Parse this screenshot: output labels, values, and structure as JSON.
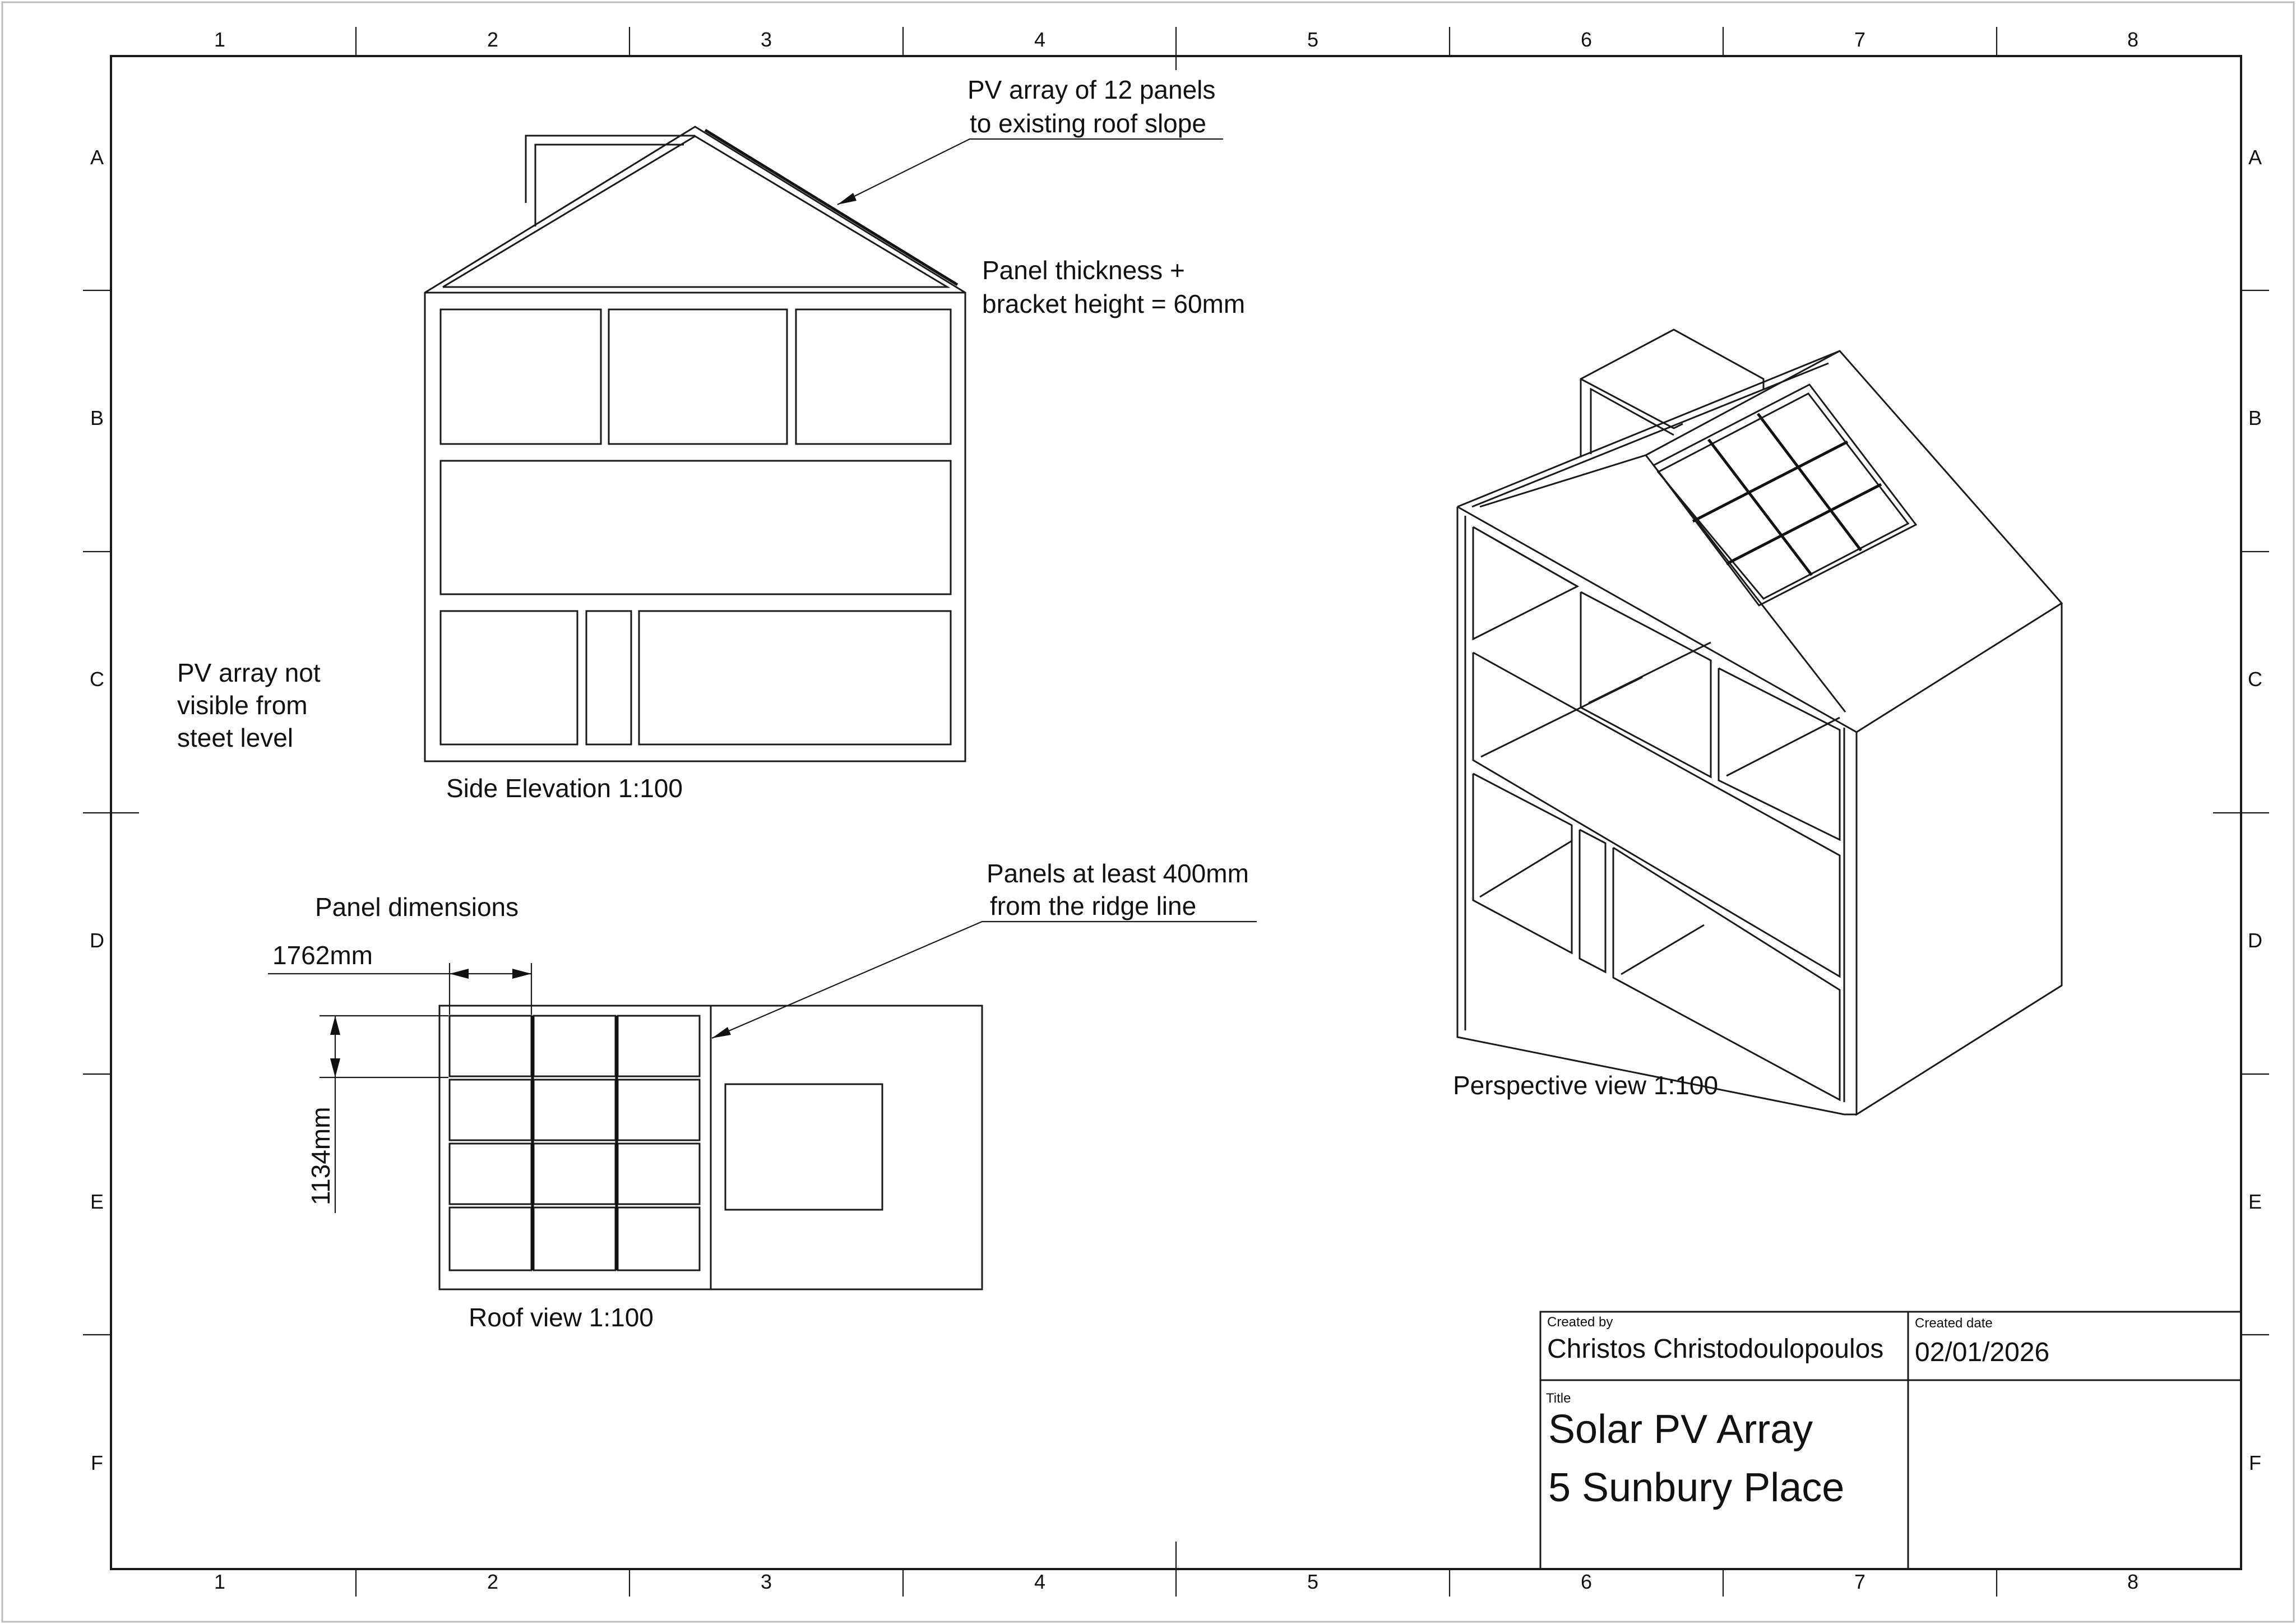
{
  "border": {
    "columns": [
      "1",
      "2",
      "3",
      "4",
      "5",
      "6",
      "7",
      "8"
    ],
    "rows": [
      "A",
      "B",
      "C",
      "D",
      "E",
      "F"
    ]
  },
  "side_elevation": {
    "label": "Side Elevation 1:100",
    "callout_pv": [
      "PV array of 12 panels",
      "to existing roof slope"
    ],
    "callout_thickness": [
      "Panel thickness +",
      "bracket height = 60mm"
    ]
  },
  "street_note": [
    "PV array not",
    "visible from",
    "steet level"
  ],
  "roof_view": {
    "label": "Roof view 1:100",
    "panel_dimensions_heading": "Panel dimensions",
    "width_dim": "1762mm",
    "height_dim": "1134mm",
    "callout_ridge": [
      "Panels at least 400mm",
      "from the ridge line"
    ]
  },
  "perspective": {
    "label": "Perspective view 1:100"
  },
  "title_block": {
    "created_by_label": "Created by",
    "created_by": "Christos Christodoulopoulos",
    "created_date_label": "Created date",
    "created_date": "02/01/2026",
    "title_label": "Title",
    "title_line1": "Solar PV Array",
    "title_line2": "5 Sunbury Place"
  }
}
